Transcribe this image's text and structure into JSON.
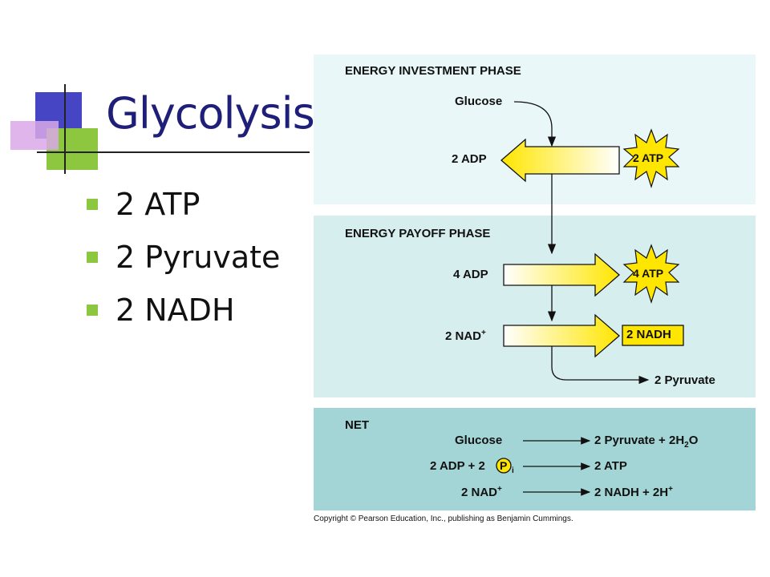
{
  "slide": {
    "title": "Glycolysis",
    "bullets": [
      "2 ATP",
      "2 Pyruvate",
      "2 NADH"
    ]
  },
  "diagram": {
    "investment": {
      "heading": "ENERGY INVESTMENT PHASE",
      "glucose": "Glucose",
      "adp": "2 ADP",
      "atp": "2 ATP"
    },
    "payoff": {
      "heading": "ENERGY PAYOFF PHASE",
      "adp": "4 ADP",
      "atp": "4 ATP",
      "nad": "2 NAD",
      "nad_sup": "+",
      "nadh": "2 NADH",
      "pyruvate": "2 Pyruvate"
    },
    "net": {
      "heading": "NET",
      "r1_left": "Glucose",
      "r1_right": "2 Pyruvate + 2H",
      "r1_sub": "2",
      "r1_tail": "O",
      "r2_left": "2 ADP + 2",
      "r2_p": "P",
      "r2_i": "i",
      "r2_right": "2 ATP",
      "r3_left": "2 NAD",
      "r3_left_sup": "+",
      "r3_right": "2 NADH + 2H",
      "r3_right_sup": "+"
    },
    "copyright": "Copyright © Pearson Education, Inc., publishing as Benjamin Cummings."
  },
  "colors": {
    "title": "#1f1f7a",
    "bullet": "#8dc63f",
    "arrow_yellow": "#ffe600",
    "burst": "#ffe600"
  }
}
